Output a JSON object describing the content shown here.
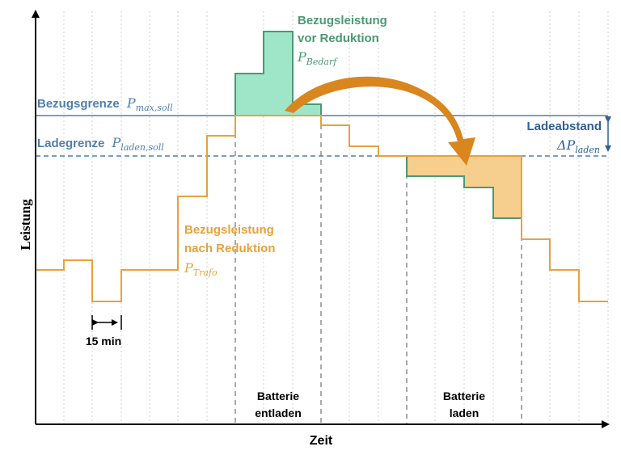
{
  "colors": {
    "orange": "#E8A23A",
    "orange_fill": "#F6CE8E",
    "green": "#4A9A73",
    "green_fill": "#9FE6C8",
    "blue": "#4F7FB0",
    "dark_blue": "#2F5F93",
    "gray": "#AAAAAA",
    "arrow_orange": "#D9861F"
  },
  "axes": {
    "y_label": "Leistung",
    "x_label": "Zeit"
  },
  "lines": {
    "bezugsgrenze_label": "Bezugsgrenze",
    "bezugsgrenze_symbol_main": "P",
    "bezugsgrenze_symbol_sub": "max,soll",
    "ladegrenze_label": "Ladegrenze",
    "ladegrenze_symbol_main": "P",
    "ladegrenze_symbol_sub": "laden,soll"
  },
  "annotations": {
    "vor_line1": "Bezugsleistung",
    "vor_line2": "vor Reduktion",
    "vor_symbol_main": "P",
    "vor_symbol_sub": "Bedarf",
    "nach_line1": "Bezugsleistung",
    "nach_line2": "nach Reduktion",
    "nach_symbol_main": "P",
    "nach_symbol_sub": "Trafo",
    "ladeabstand_label": "Ladeabstand",
    "ladeabstand_symbol_main": "ΔP",
    "ladeabstand_symbol_sub": "laden",
    "interval_label": "15 min",
    "entladen_line1": "Batterie",
    "entladen_line2": "entladen",
    "laden_line1": "Batterie",
    "laden_line2": "laden"
  }
}
